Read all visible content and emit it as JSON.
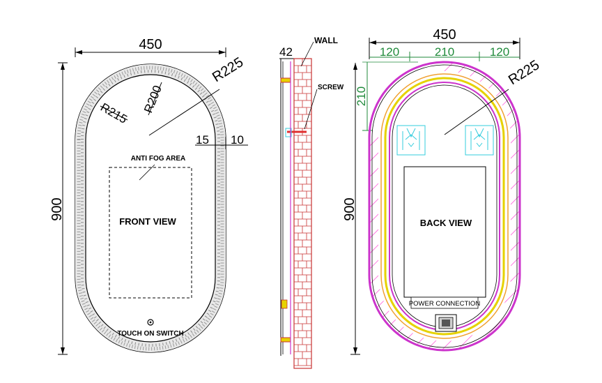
{
  "front": {
    "width_dim": "450",
    "height_dim": "900",
    "r225": "R225",
    "r215": "R215",
    "r200": "R200",
    "d15": "15",
    "d10": "10",
    "anti_fog": "ANTI FOG AREA",
    "title": "FRONT VIEW",
    "switch": "TOUCH ON SWITCH"
  },
  "side": {
    "depth_dim": "42",
    "wall": "WALL",
    "screw": "SCREW"
  },
  "back": {
    "width_dim": "450",
    "seg_left": "120",
    "seg_mid": "210",
    "seg_right": "120",
    "vert_dim": "210",
    "height_dim": "900",
    "r225": "R225",
    "title": "BACK VIEW",
    "power": "POWER CONNECTION"
  },
  "colors": {
    "magenta": "#cc33cc",
    "yellow": "#e6d200",
    "orange": "#f0a030",
    "red": "#e03030",
    "cyan": "#33ccdd",
    "brick": "#c83232",
    "green_text": "#1f8a3a"
  }
}
